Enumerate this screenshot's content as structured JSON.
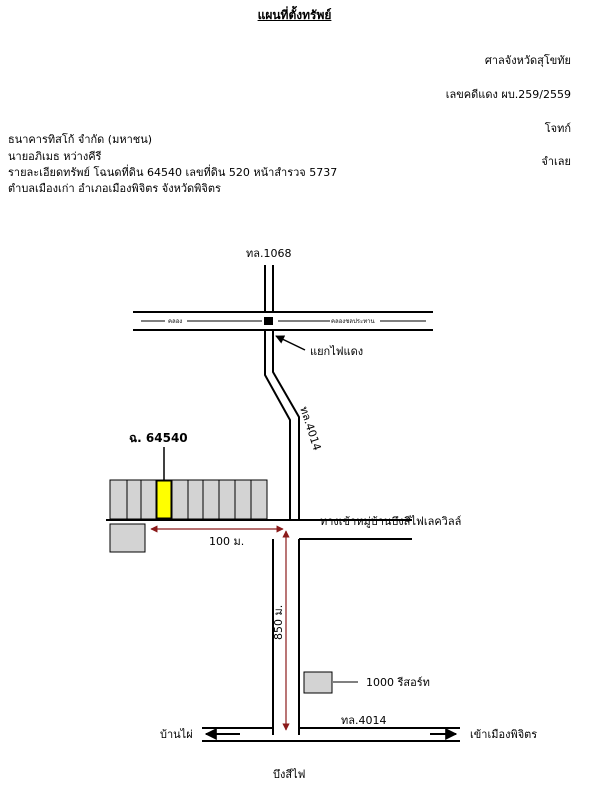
{
  "header": {
    "title": "แผนที่ตั้งทรัพย์",
    "court": "ศาลจังหวัดสุโขทัย",
    "case_no": "เลขคดีแดง ผบ.259/2559",
    "plaintiff_label": "โจทก์",
    "defendant_label": "จำเลย"
  },
  "parties": {
    "plaintiff": "ธนาคารทิสโก้ จำกัด (มหาชน)",
    "defendant": "นายอภิเมธ  หว่างคีรี",
    "property": "รายละเอียดทรัพย์ โฉนดที่ดิน 64540 เลขที่ดิน 520 หน้าสำรวจ 5737",
    "location": "ตำบลเมืองเก่า  อำเภอเมืองพิจิตร  จังหวัดพิจิตร"
  },
  "map": {
    "road_top": "ทล.1068",
    "road_small_left": "คลอง",
    "road_small_right": "คลองชลประทาน",
    "junction": "แยกไฟแดง",
    "road_diag": "ทล.4014",
    "parcel": "ฉ. 64540",
    "village_entrance": "ทางเข้าหมู่บ้านบึงสีไฟเลควิลล์",
    "dist_horizontal": "100 ม.",
    "dist_vertical": "850 ม.",
    "resort": "1000 รีสอร์ท",
    "bottom_road": "ทล.4014",
    "left_dest": "บ้านไผ่",
    "right_dest": "เข้าเมืองพิจิตร",
    "bottom_label": "บึงสีไฟ",
    "highlight_color": "#ffff00",
    "arrow_color": "#8b1a1a"
  }
}
